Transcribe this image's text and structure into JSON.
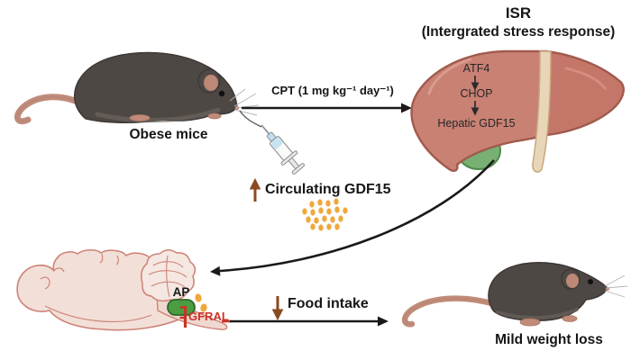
{
  "figure": {
    "isr_title": "ISR",
    "isr_subtitle": "(Intergrated stress response)",
    "obese_mice_label": "Obese mice",
    "cpt_label": "CPT (1 mg kg⁻¹ day⁻¹)",
    "liver_pathway": {
      "step1": "ATF4",
      "step2": "CHOP",
      "step3": "Hepatic GDF15"
    },
    "circulating_label": "Circulating GDF15",
    "ap_label": "AP",
    "gfral_label": "GFRAL",
    "food_intake_label": "Food intake",
    "weight_loss_label": "Mild weight loss"
  },
  "colors": {
    "mouse_body": "#4E4845",
    "mouse_outline": "#3C3734",
    "mouse_pink": "#C08C7A",
    "liver_left_lobe": "#C98174",
    "liver_right_lobe": "#C47768",
    "liver_outline": "#A05A4D",
    "ligament": "#E9D6B8",
    "gallbladder": "#77B072",
    "brain_fill": "#F2DFD8",
    "brain_outline": "#CE8376",
    "cerebellum_fill": "#F5E7E1",
    "ap_green": "#4C9C44",
    "gdf15_orange": "#F0A83B",
    "gfral_red": "#CB3326",
    "arrow_black": "#1A1A1A",
    "arrow_brown": "#8A4A21",
    "syringe_blue": "#C6E4F4"
  }
}
